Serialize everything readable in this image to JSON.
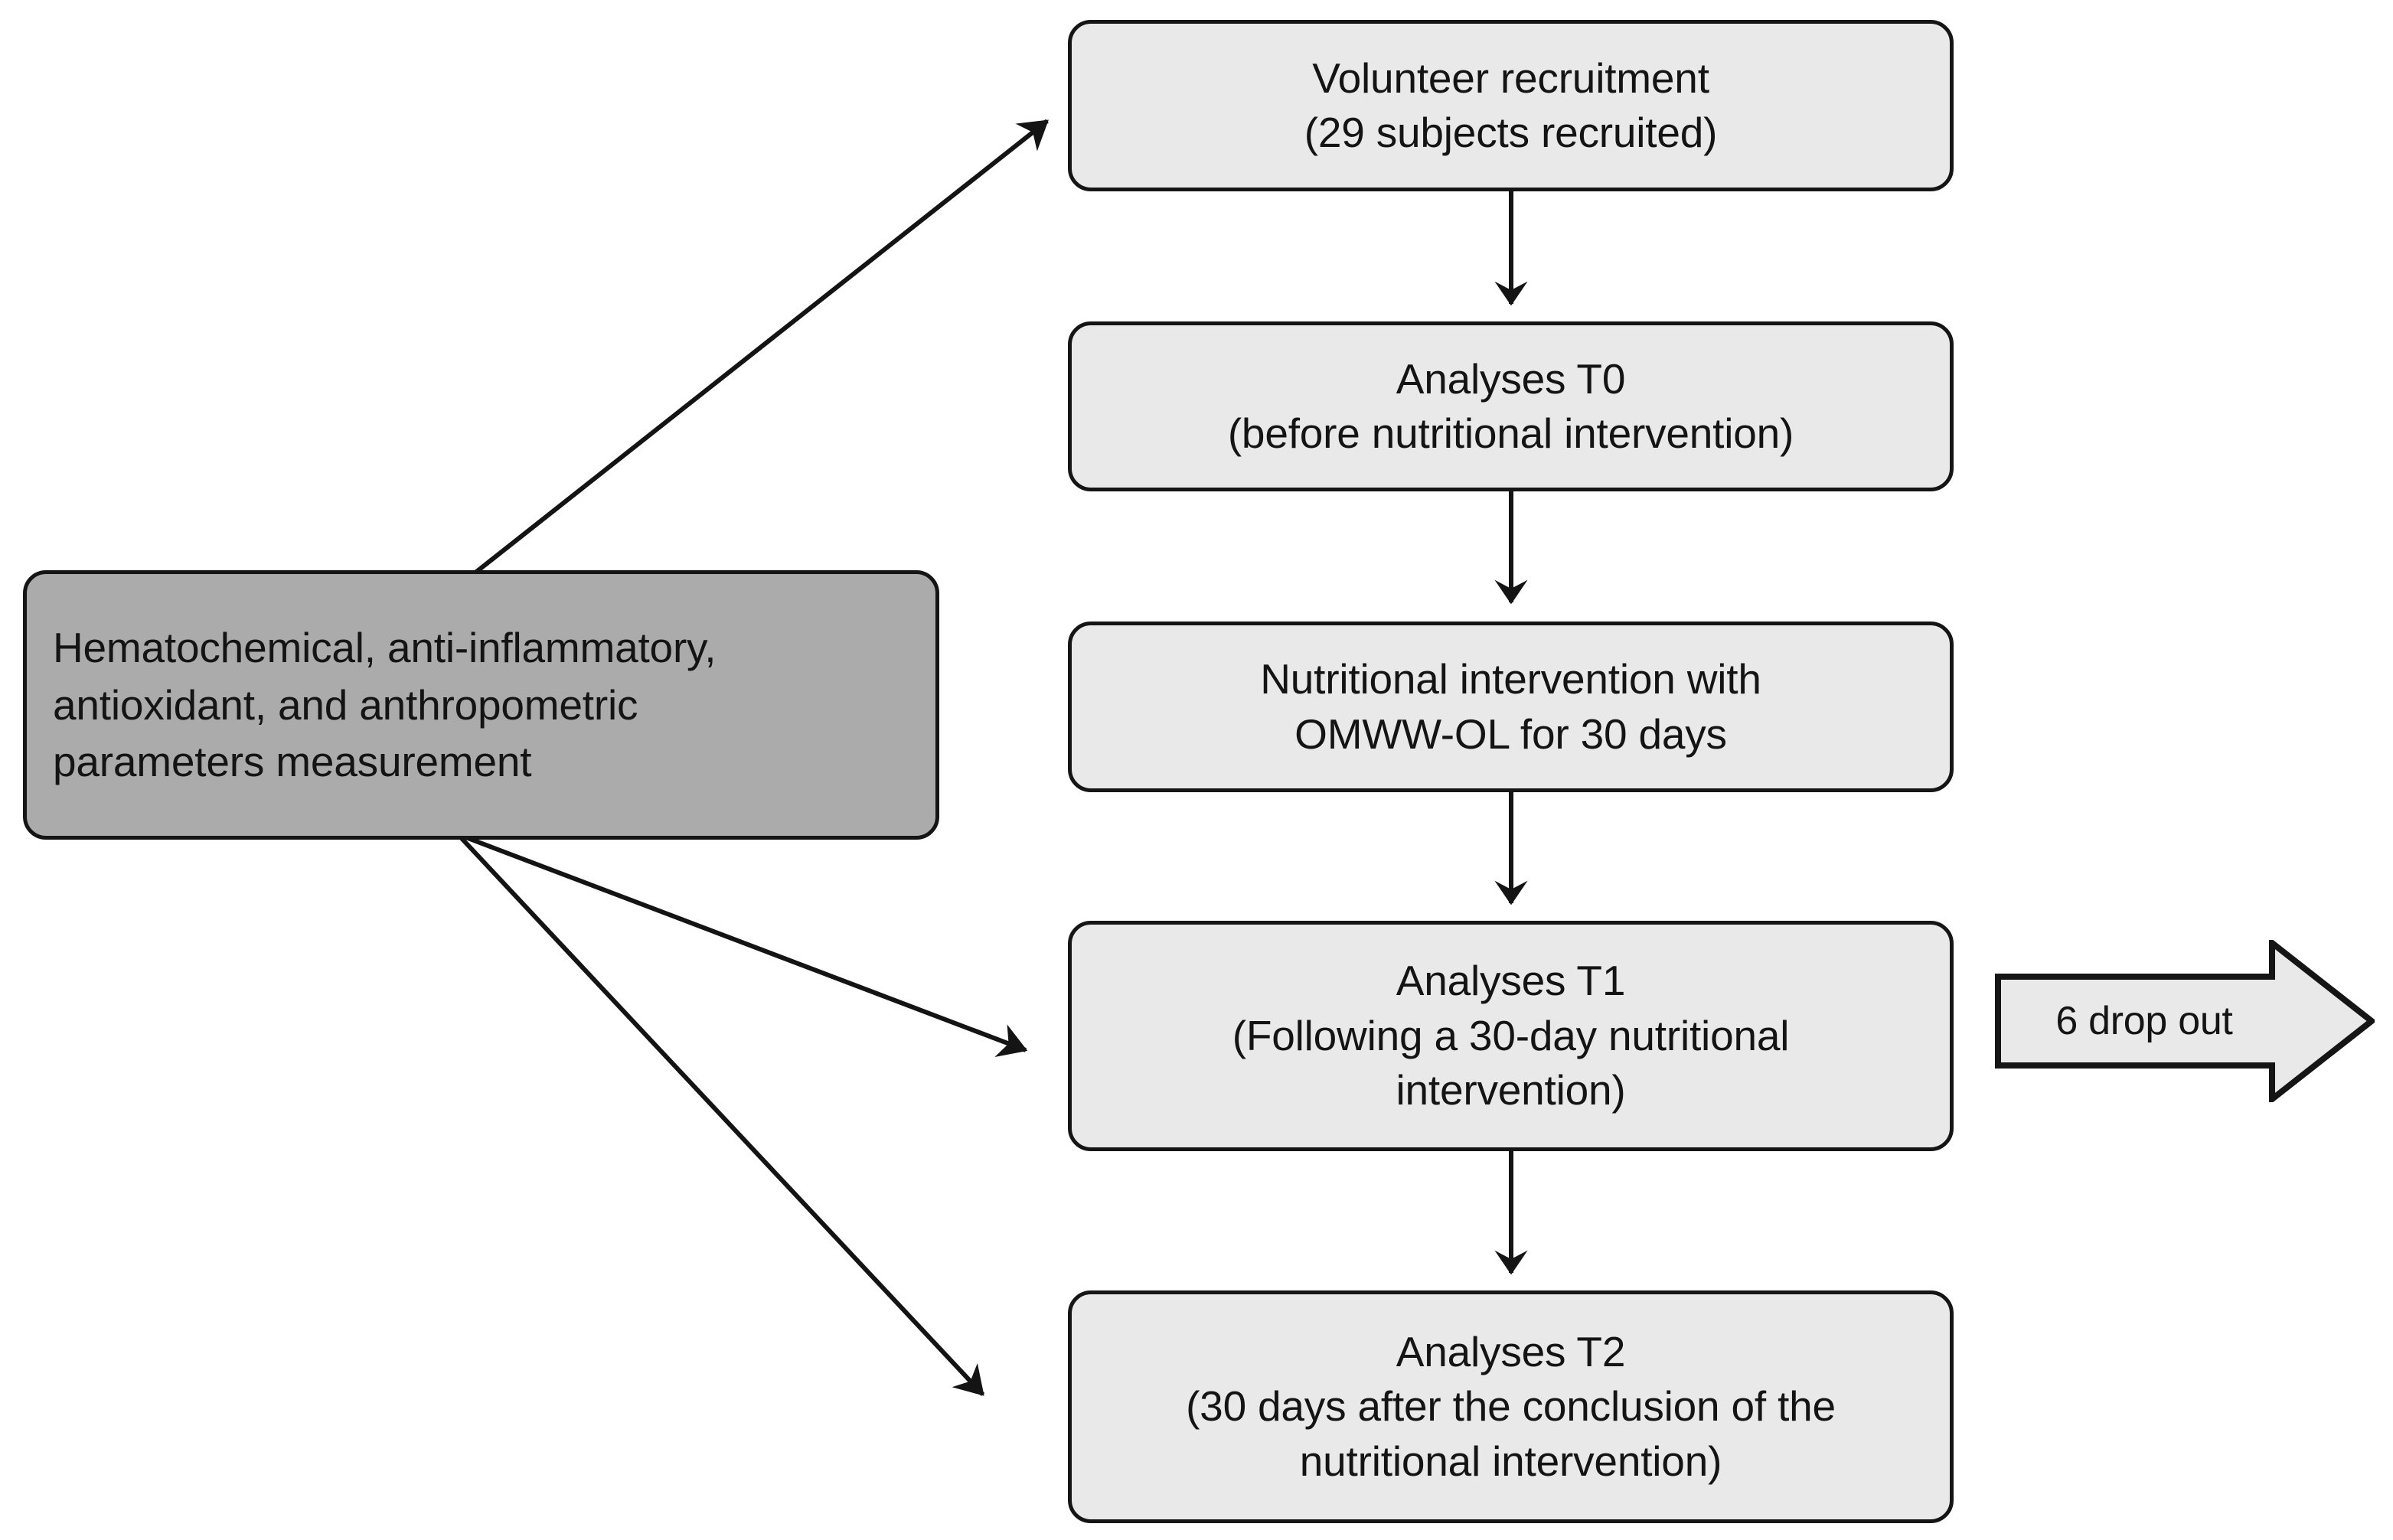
{
  "figure": {
    "type": "flowchart",
    "title": "",
    "background_color": "#ffffff"
  },
  "colors": {
    "node_fill": "#e9e9e9",
    "highlight_node_fill": "#ababab",
    "stroke": "#151515",
    "text": "#141414"
  },
  "nodes": [
    {
      "id": "measurement-panel",
      "label": "Hematochemical, anti-inflammatory,\nantioxidant, and anthropometric\nparameters measurement",
      "fill": "#ababab",
      "align": "left"
    },
    {
      "id": "volunteer-recruitment",
      "label": "Volunteer recruitment\n(29 subjects recruited)",
      "fill": "#e9e9e9",
      "align": "center"
    },
    {
      "id": "analyses-t0",
      "label": "Analyses T0\n(before nutritional intervention)",
      "fill": "#e9e9e9",
      "align": "center"
    },
    {
      "id": "nutritional-intervention",
      "label": "Nutritional intervention with\nOMWW-OL for 30 days",
      "fill": "#e9e9e9",
      "align": "center"
    },
    {
      "id": "analyses-t1",
      "label": "Analyses T1\n(Following a 30-day nutritional\nintervention)",
      "fill": "#e9e9e9",
      "align": "center"
    },
    {
      "id": "analyses-t2",
      "label": "Analyses T2\n(30 days after the conclusion of the\nnutritional intervention)",
      "fill": "#e9e9e9",
      "align": "center"
    }
  ],
  "annotations": {
    "dropout": {
      "label": "6 drop out",
      "count": 6,
      "shape": "block-arrow-right",
      "attached_to": "analyses-t1"
    }
  },
  "edges": [
    {
      "from": "volunteer-recruitment",
      "to": "analyses-t0",
      "style": "vertical-arrow"
    },
    {
      "from": "analyses-t0",
      "to": "nutritional-intervention",
      "style": "vertical-arrow"
    },
    {
      "from": "nutritional-intervention",
      "to": "analyses-t1",
      "style": "vertical-arrow"
    },
    {
      "from": "analyses-t1",
      "to": "analyses-t2",
      "style": "vertical-arrow"
    },
    {
      "from": "measurement-panel",
      "to": "volunteer-recruitment",
      "style": "diagonal-arrow"
    },
    {
      "from": "measurement-panel",
      "to": "analyses-t1",
      "style": "diagonal-arrow"
    },
    {
      "from": "measurement-panel",
      "to": "analyses-t2",
      "style": "diagonal-arrow"
    }
  ]
}
